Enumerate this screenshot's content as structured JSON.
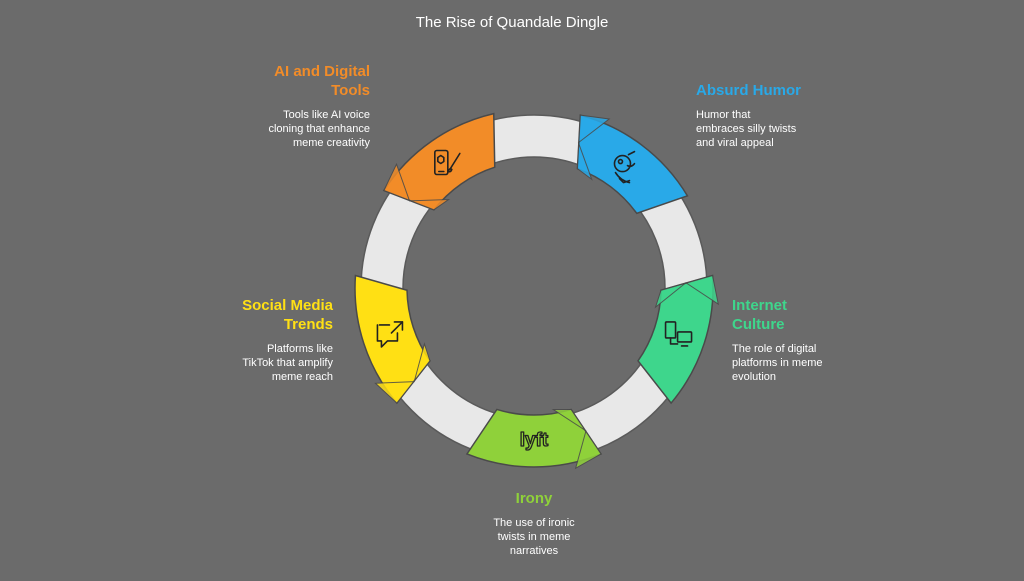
{
  "title": "The Rise of Quandale Dingle",
  "colors": {
    "background": "#6b6b6b",
    "ring": "#e8e8e8",
    "ai_tools": "#f28c28",
    "absurd_humor": "#29a9e8",
    "internet_culture": "#3ed68c",
    "irony": "#8fd13a",
    "social_media": "#ffe014"
  },
  "segments": [
    {
      "key": "ai_tools",
      "title_line1": "AI and Digital",
      "title_line2": "Tools",
      "desc_line1": "Tools like AI voice",
      "desc_line2": "cloning that enhance",
      "desc_line3": "meme creativity",
      "icon": "phone-brush-icon"
    },
    {
      "key": "absurd_humor",
      "title_line1": "Absurd Humor",
      "title_line2": "",
      "desc_line1": "Humor that",
      "desc_line2": "embraces silly twists",
      "desc_line3": "and viral appeal",
      "icon": "jester-icon"
    },
    {
      "key": "internet_culture",
      "title_line1": "Internet",
      "title_line2": "Culture",
      "desc_line1": "The role of digital",
      "desc_line2": "platforms in meme",
      "desc_line3": "evolution",
      "icon": "devices-icon"
    },
    {
      "key": "irony",
      "title_line1": "Irony",
      "title_line2": "",
      "desc_line1": "The use of ironic",
      "desc_line2": "twists in meme",
      "desc_line3": "narratives",
      "icon": "lyft-icon"
    },
    {
      "key": "social_media",
      "title_line1": "Social Media",
      "title_line2": "Trends",
      "desc_line1": "Platforms like",
      "desc_line2": "TikTok that amplify",
      "desc_line3": "meme reach",
      "icon": "share-arrow-icon"
    }
  ]
}
